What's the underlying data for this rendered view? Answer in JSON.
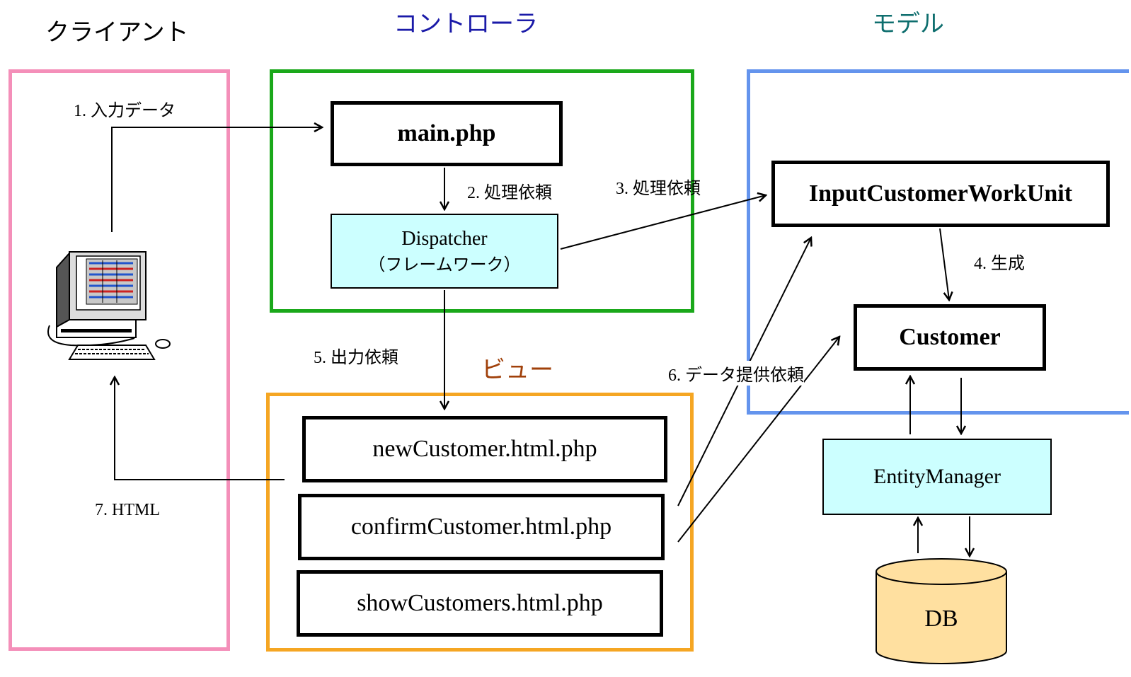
{
  "headings": {
    "client": "クライアント",
    "controller": "コントローラ",
    "model": "モデル",
    "view": "ビュー"
  },
  "boxes": {
    "main": "main.php",
    "dispatcher": "Dispatcher",
    "dispatcher_sub": "（フレームワーク）",
    "work_unit": "InputCustomerWorkUnit",
    "customer": "Customer",
    "entity_manager": "EntityManager",
    "db": "DB",
    "new_customer": "newCustomer.html.php",
    "confirm_customer": "confirmCustomer.html.php",
    "show_customers": "showCustomers.html.php"
  },
  "steps": {
    "s1": "1. 入力データ",
    "s2": "2. 処理依頼",
    "s3": "3. 処理依頼",
    "s4": "4. 生成",
    "s5": "5. 出力依頼",
    "s6": "6. データ提供依頼",
    "s7": "7. HTML"
  },
  "colors": {
    "client": "#f48fb9",
    "controller": "#1aa81a",
    "model": "#6494ed",
    "view": "#f5a623",
    "controller_text": "#1a1aa8",
    "model_text": "#0e6e6e",
    "view_text": "#a0400a",
    "cyan_fill": "#ccffff",
    "db_fill": "#ffe0a0"
  },
  "icons": {
    "client_computer": "desktop-computer-icon"
  }
}
